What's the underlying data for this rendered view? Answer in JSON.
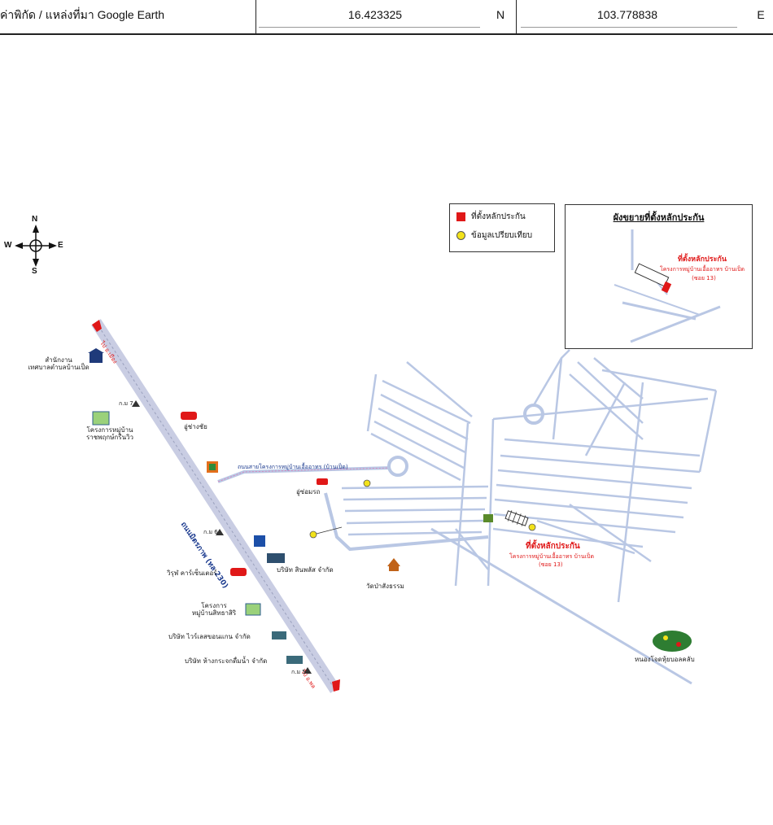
{
  "header": {
    "label": "ค่าพิกัด / แหล่งที่มา Google Earth",
    "latitude": "16.423325",
    "lat_hemisphere": "N",
    "longitude": "103.778838",
    "lon_hemisphere": "E"
  },
  "compass": {
    "north": "N",
    "south": "S",
    "east": "E",
    "west": "W"
  },
  "legend": {
    "collateral_label": "ที่ตั้งหลักประกัน",
    "comparable_label": "ข้อมูลเปรียบเทียบ",
    "collateral_color": "#e01818",
    "comparable_color": "#f2e21a"
  },
  "inset": {
    "title": "ผังขยายที่ตั้งหลักประกัน",
    "site_label": "ที่ตั้งหลักประกัน",
    "site_sub": "โครงการหมู่บ้านเอื้ออาทร บ้านเป็ด",
    "site_soi": "(ซอย 13)"
  },
  "highway": {
    "label": "ถนนมิตรภาพ (ทล 230)",
    "end_top": "ไป อ.เมือง",
    "end_bottom": "ไป อ.พล"
  },
  "places": {
    "municipal_office": "สำนักงาน\nเทศบาลตำบลบ้านเป็ด",
    "village_project": "โครงการหมู่บ้าน\nราชพฤกษ์กรีนวิว",
    "garage_chai": "อู่ช่างชัย",
    "garage_somrat": "อู่ซ่อมรถ",
    "viriya_car": "วิรุฬ คาร์เซ็นเตอร์",
    "company_simplus": "บริษัท สินพลัส จำกัด",
    "project_sirisiri": "โครงการ\nหมู่บ้านสิทธาสิริ",
    "company_wire": "บริษัท ไวร์เลสขอนแกน จำกัด",
    "company_water": "บริษัท ห้างกระจกดื่มน้ำ จำกัด",
    "temple": "วัดป่าสังธรรม",
    "lake_park": "หนองโจดหุ้ยบอลคลับ",
    "village_road": "ถนนสายโครงการหมู่บ้านเอื้ออาทร (บ้านเป็ด)",
    "collateral_main": "ที่ตั้งหลักประกัน",
    "collateral_sub": "โครงการหมู่บ้านเอื้ออาทร บ้านเป็ด",
    "collateral_soi": "(ซอย 13)",
    "km7": "ก.ม 7",
    "km6": "ก.ม 6",
    "km5": "ก.ม 5"
  }
}
